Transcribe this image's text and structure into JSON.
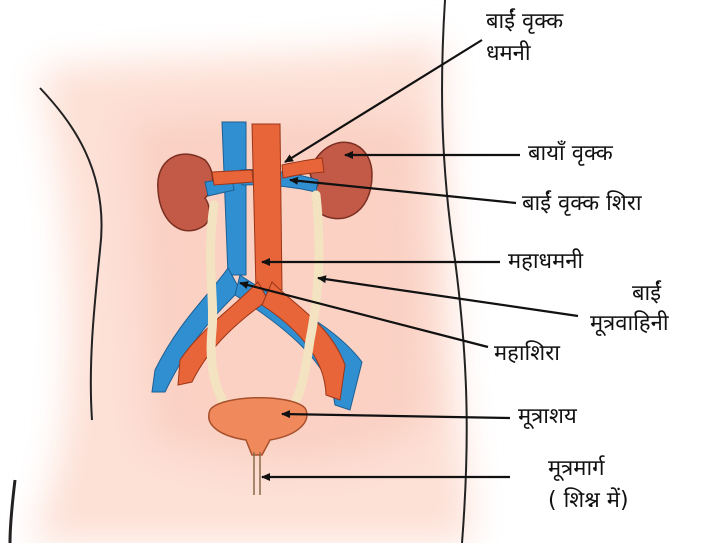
{
  "labels": {
    "left_renal_artery_l1": "बाईं वृक्क",
    "left_renal_artery_l2": "धमनी",
    "left_kidney": "बायाँ वृक्क",
    "left_renal_vein": "बाईं वृक्क शिरा",
    "aorta": "महाधमनी",
    "left_ureter_l1": "बाईं",
    "left_ureter_l2": "मूत्रवाहिनी",
    "vena_cava": "महाशिरा",
    "bladder": "मूत्राशय",
    "urethra_l1": "मूत्रमार्ग",
    "urethra_l2": "( शिश्न में)"
  },
  "colors": {
    "skin": "#fde0d6",
    "skin_edge": "#f7bfae",
    "artery": "#e8653a",
    "vein": "#2f8fd1",
    "kidney": "#c35a47",
    "ureter": "#f3e3c1",
    "bladder": "#f08a5d",
    "leader_line": "#111111"
  }
}
